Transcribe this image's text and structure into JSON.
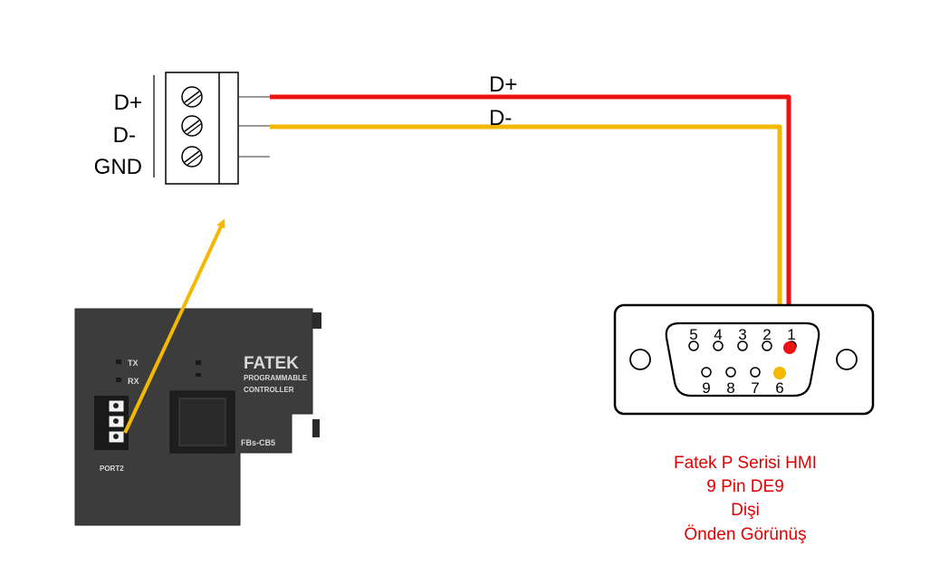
{
  "terminal_labels": [
    "D+",
    "D-",
    "GND"
  ],
  "wires": [
    {
      "label": "D+",
      "color": "#ee1111",
      "to_pin": "1"
    },
    {
      "label": "D-",
      "color": "#f5b800",
      "to_pin": "6"
    }
  ],
  "pointer_arrow_color": "#f5b800",
  "module": {
    "brand": "FATEK",
    "subtitle_line1": "PROGRAMMABLE",
    "subtitle_line2": "CONTROLLER",
    "model": "FBs-CB5",
    "port_label": "PORT2",
    "led_tx": "TX",
    "led_rx": "RX"
  },
  "connector": {
    "top_pins": [
      "5",
      "4",
      "3",
      "2",
      "1"
    ],
    "bottom_pins": [
      "9",
      "8",
      "7",
      "6"
    ]
  },
  "caption": {
    "line1": "Fatek P Serisi HMI",
    "line2": "9 Pin DE9",
    "line3": "Dişi",
    "line4": "Önden Görünüş",
    "color": "#e00000"
  }
}
